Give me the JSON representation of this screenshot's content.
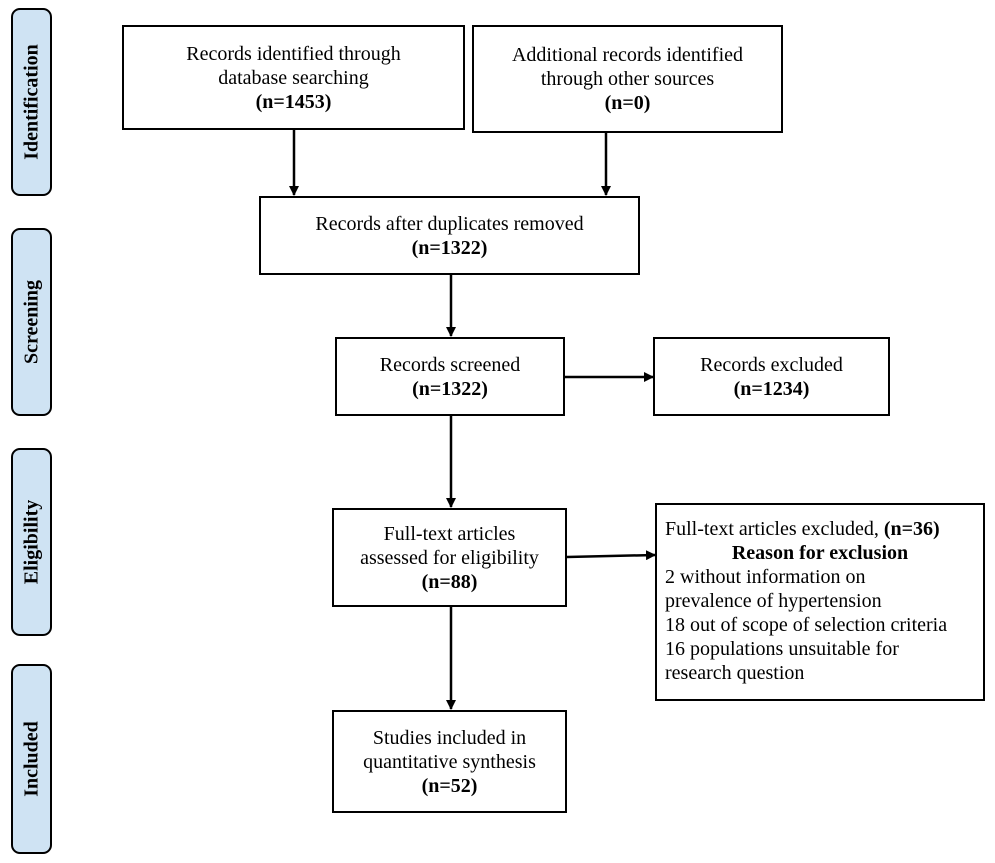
{
  "phases": {
    "identification": "Identification",
    "screening": "Screening",
    "eligibility": "Eligibility",
    "included": "Included"
  },
  "boxes": {
    "database": {
      "line1": "Records identified through",
      "line2": "database searching",
      "count": "(n=1453)"
    },
    "other": {
      "line1": "Additional records identified",
      "line2": "through other sources",
      "count": "(n=0)"
    },
    "duplicates": {
      "line1": "Records after duplicates removed",
      "count": "(n=1322)"
    },
    "screened": {
      "line1": "Records screened",
      "count": "(n=1322)"
    },
    "excluded": {
      "line1": "Records excluded",
      "count": "(n=1234)"
    },
    "fulltext": {
      "line1": "Full-text articles",
      "line2": "assessed for eligibility",
      "count": "(n=88)"
    },
    "fulltext_excluded": {
      "title": "Full-text articles excluded, ",
      "count": "(n=36)",
      "reason_heading": "Reason for exclusion",
      "reasons": [
        "2 without information on",
        "prevalence of hypertension",
        "18 out of scope of selection criteria",
        "16 populations unsuitable for",
        "research question"
      ]
    },
    "included": {
      "line1": "Studies included in",
      "line2": "quantitative synthesis",
      "count": "(n=52)"
    }
  }
}
